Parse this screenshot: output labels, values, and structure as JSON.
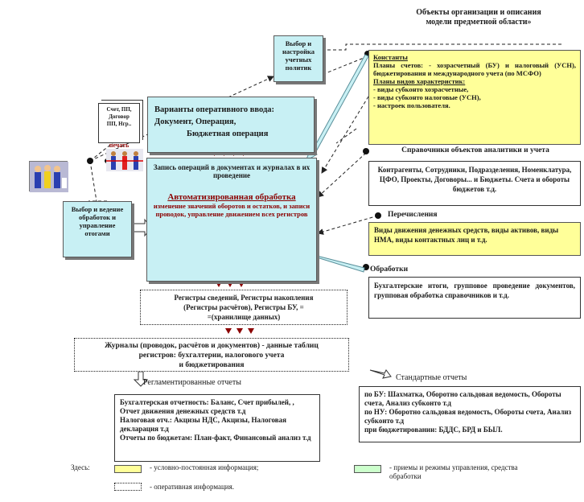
{
  "header": {
    "line1": "Объекты организации и описания",
    "line2": "модели предметной области»"
  },
  "settings_box": {
    "text": "Выбор и настройка учетных политик"
  },
  "constants": {
    "title": "Константы",
    "line1": "Планы счетов: - хозрасчетный (БУ) и налоговый (УСН), бюджетирования и международного учета (по МСФО)",
    "title2": "Планы видов характеристик:",
    "items": [
      "- виды субконто хозрасчетные,",
      "- виды субконто налоговые (УСН),",
      "- настроек пользователя."
    ]
  },
  "input_variants": {
    "line1": "Варианты оперативного ввода:",
    "line2": "Документ, Операция,",
    "line3": "Бюджетная операция"
  },
  "doc_card": {
    "lines": [
      "Счет, ПП,",
      "Договор",
      "ПП, Нгр.."
    ],
    "print": "печать"
  },
  "directories": {
    "title": "Справочники объектов аналитики и учета",
    "text": "Контрагенты, Сотрудники, Подразделения, Номенклатура, ЦФО, Проекты, Договоры... и Бюджеты. Счета и обороты бюджетов т.д."
  },
  "main_process": {
    "top": "Запись операций в документах и журналах в их проведение",
    "auto_title": "Автоматизированная обработка",
    "auto_text": "изменение значений оборотов и остатков, и записи проводок, управление движением всех регистров"
  },
  "enumerations": {
    "title": "Перечисления",
    "text": "Виды движения денежных средств, виды активов, виды НМА, виды контактных лиц и т.д."
  },
  "processing_box": {
    "text": "Выбор и ведение обработок и управление отогами"
  },
  "processing": {
    "title": "Обработки",
    "text": "Бухгалтерские итоги, групповое проведение документов, групповая обработка справочников и т.д."
  },
  "registers": {
    "line1": "Регистры сведений, Регистры накопления",
    "line2": "(Регистры расчётов), Регистры БУ, =",
    "line3": "=(хранилище данных)"
  },
  "journals": {
    "line1": "Журналы (проводок, расчётов и документов) - данные таблиц",
    "line2": "регистров: бухгалтерии, налогового учета",
    "line3": "и бюджетирования"
  },
  "reports_left_label": "Регламентированные отчеты",
  "reports_right_label": "Стандартные отчеты",
  "reports_left": {
    "l1": "Бухгалтерская отчетность: Баланс, Счет прибылей, , Отчет движения денежных средств т.д",
    "l2": "Налоговая отч.: Акцизы НДС, Акцизы, Налоговая декларация т.д",
    "l3": "Отчеты по бюджетам: План-факт, Финансовый анализ т.д"
  },
  "reports_right": {
    "l1": "по БУ: Шахматка, Оборотно сальдовая ведомость, Обороты счета, Анализ субконто т.д",
    "l2": "по НУ: Оборотно сальдовая ведомость, Обороты счета, Анализ субконто т.д",
    "l3": "при бюджетировании: БДДС, БРД и БЫЛ."
  },
  "legend": {
    "here": "Здесь:",
    "yellow": "- условно-постоянная информация;",
    "green": "- приемы и режимы управления, средства обработки",
    "dotted": "- оперативная информация."
  },
  "colors": {
    "cyan": "#c8f0f4",
    "yellow": "#ffff99",
    "green": "#ccffcc",
    "arrow_red": "#8b0000"
  }
}
